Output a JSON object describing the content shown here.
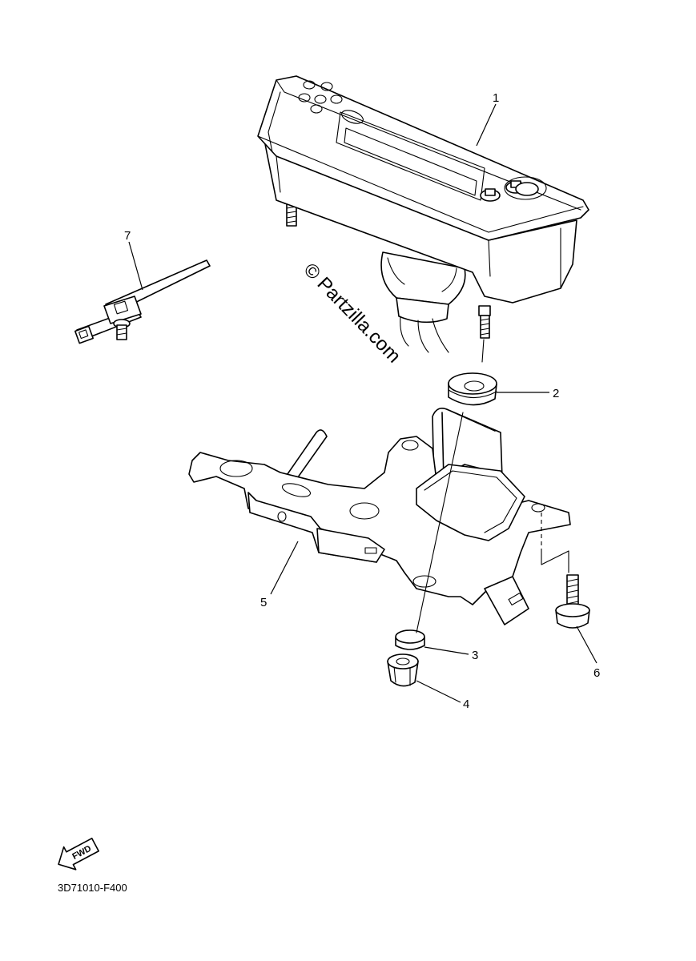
{
  "callouts": [
    {
      "id": "1",
      "label": "1"
    },
    {
      "id": "2",
      "label": "2"
    },
    {
      "id": "3",
      "label": "3"
    },
    {
      "id": "4",
      "label": "4"
    },
    {
      "id": "5",
      "label": "5"
    },
    {
      "id": "6",
      "label": "6"
    },
    {
      "id": "7",
      "label": "7"
    }
  ],
  "watermark": "© Partzilla.com",
  "fwd_label": "FWD",
  "diagram_code": "3D71010-F400"
}
